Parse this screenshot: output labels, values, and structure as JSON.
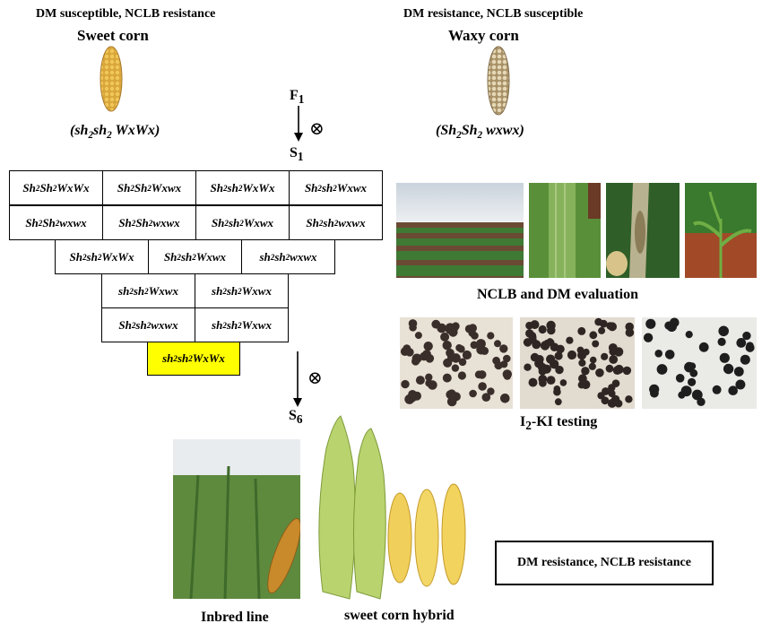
{
  "parents": {
    "left": {
      "trait": "DM susceptible, NCLB resistance",
      "name": "Sweet corn",
      "genotype_html": "(<i>sh<sub>2</sub>sh<sub>2</sub> WxWx</i>)",
      "cob_color": "#d9a63a"
    },
    "right": {
      "trait": "DM resistance, NCLB susceptible",
      "name": "Waxy corn",
      "genotype_html": "(<i>Sh<sub>2</sub>Sh<sub>2</sub> wxwx</i>)",
      "cob_color": "#c9b58a"
    }
  },
  "generations": {
    "f1_html": "F<sub>1</sub>",
    "s1_html": "S<sub>1</sub>",
    "s6_html": "S<sub>6</sub>",
    "self_symbol": "⊗"
  },
  "pyramid": {
    "rows": [
      [
        "Sh<sub>2</sub>Sh<sub>2</sub>WxWx",
        "Sh<sub>2</sub>Sh<sub>2</sub>Wxwx",
        "Sh<sub>2</sub>sh<sub>2</sub>WxWx",
        "Sh<sub>2</sub>sh<sub>2</sub>Wxwx"
      ],
      [
        "Sh<sub>2</sub>Sh<sub>2</sub>wxwx",
        "Sh<sub>2</sub>Sh<sub>2</sub>wxwx",
        "Sh<sub>2</sub>sh<sub>2</sub>Wxwx",
        "Sh<sub>2</sub>sh<sub>2</sub>wxwx"
      ],
      [
        "Sh<sub>2</sub>sh<sub>2</sub>WxWx",
        "Sh<sub>2</sub>sh<sub>2</sub>Wxwx",
        "sh<sub>2</sub>sh<sub>2</sub>wxwx"
      ],
      [
        "sh<sub>2</sub>sh<sub>2</sub>Wxwx",
        "sh<sub>2</sub>sh<sub>2</sub>Wxwx"
      ],
      [
        "Sh<sub>2</sub>sh<sub>2</sub>wxwx",
        "sh<sub>2</sub>sh<sub>2</sub>Wxwx"
      ]
    ],
    "selected_html": "sh<sub>2</sub>sh<sub>2</sub>WxWx",
    "highlight_color": "#ffff00"
  },
  "evaluation": {
    "field_caption": "NCLB and DM evaluation",
    "iodine_caption_html": "I<sub>2</sub>-KI testing"
  },
  "outputs": {
    "inbred_caption": "Inbred line",
    "hybrid_caption": "sweet corn hybrid",
    "result_label": "DM resistance, NCLB resistance"
  }
}
